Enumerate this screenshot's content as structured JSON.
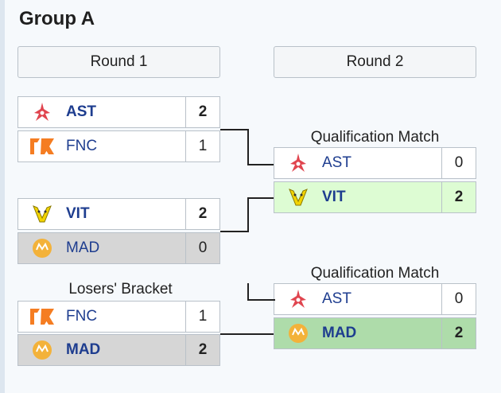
{
  "group_title": "Group A",
  "rounds": [
    {
      "label": "Round 1"
    },
    {
      "label": "Round 2"
    }
  ],
  "labels": {
    "qualification_1": "Qualification Match",
    "qualification_2": "Qualification Match",
    "losers_bracket": "Losers' Bracket"
  },
  "matches": {
    "r1m1": {
      "top": {
        "team": "AST",
        "score": "2"
      },
      "bottom": {
        "team": "FNC",
        "score": "1"
      }
    },
    "r1m2": {
      "top": {
        "team": "VIT",
        "score": "2"
      },
      "bottom": {
        "team": "MAD",
        "score": "0"
      }
    },
    "r1m3": {
      "top": {
        "team": "FNC",
        "score": "1"
      },
      "bottom": {
        "team": "MAD",
        "score": "2"
      }
    },
    "r2m1": {
      "top": {
        "team": "AST",
        "score": "0"
      },
      "bottom": {
        "team": "VIT",
        "score": "2"
      }
    },
    "r2m2": {
      "top": {
        "team": "AST",
        "score": "0"
      },
      "bottom": {
        "team": "MAD",
        "score": "2"
      }
    }
  },
  "colors": {
    "team_text": "#1e3d8f",
    "loser_row": "#d6d6d6",
    "winner_light": "#ddfcd3",
    "winner_dark": "#aedcaa",
    "ast_logo": "#e0454f",
    "fnc_logo": "#f57d22",
    "vit_logo": "#f2d300",
    "mad_logo": "#f3b23a"
  }
}
